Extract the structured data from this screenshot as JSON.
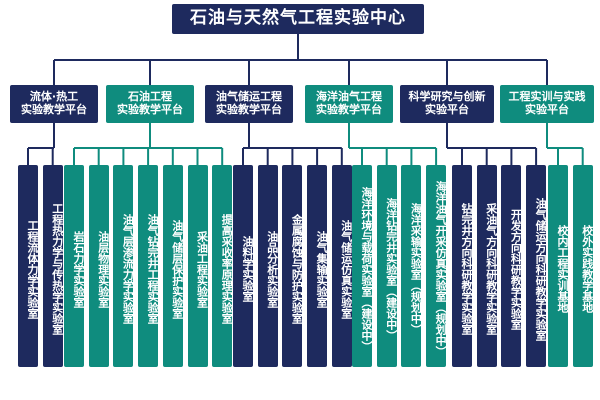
{
  "colors": {
    "navy": "#1e2a5e",
    "teal": "#0f8c7e",
    "line": "#1e2a5e",
    "line_teal": "#0f8c7e"
  },
  "root": {
    "label": "石油与天然气工程实验中心",
    "color": "navy"
  },
  "platforms": [
    {
      "label": "流体·热工\n实验教学平台",
      "color": "navy",
      "labs": [
        {
          "label": "工程流体力学实验室"
        },
        {
          "label": "工程热力学与传热学实验室"
        }
      ]
    },
    {
      "label": "石油工程\n实验教学平台",
      "color": "teal",
      "labs": [
        {
          "label": "岩石力学实验室"
        },
        {
          "label": "油层物理实验室"
        },
        {
          "label": "油气层渗流力学实验室"
        },
        {
          "label": "油气钻完井工程实验室"
        },
        {
          "label": "油气储层保护实验室"
        },
        {
          "label": "采油工程实验室"
        },
        {
          "label": "提高采收率原理实验室"
        }
      ]
    },
    {
      "label": "油气储运工程\n实验教学平台",
      "color": "navy",
      "labs": [
        {
          "label": "油料学实验室"
        },
        {
          "label": "油品分析实验室"
        },
        {
          "label": "金属腐蚀与防护实验室"
        },
        {
          "label": "油气集输实验室"
        },
        {
          "label": "油气储运仿真实验室"
        }
      ]
    },
    {
      "label": "海洋油气工程\n实验教学平台",
      "color": "teal",
      "labs": [
        {
          "label": "海洋环境与载荷实验室（建设中）"
        },
        {
          "label": "海洋钻完井实验室（建设中）"
        },
        {
          "label": "海洋采输实验室（规划中）"
        },
        {
          "label": "海洋油气开采仿真实验室（规划中）"
        }
      ]
    },
    {
      "label": "科学研究与创新\n实验平台",
      "color": "navy",
      "labs": [
        {
          "label": "钻完井方向科研教学实验室"
        },
        {
          "label": "采油气方向科研教学实验室"
        },
        {
          "label": "开发方向科研教学实验室"
        },
        {
          "label": "油气储运方向科研教学实验室"
        }
      ]
    },
    {
      "label": "工程实训与实践\n实验平台",
      "color": "teal",
      "labs": [
        {
          "label": "校内工程实训基地"
        },
        {
          "label": "校外实践教学基地"
        }
      ]
    }
  ]
}
